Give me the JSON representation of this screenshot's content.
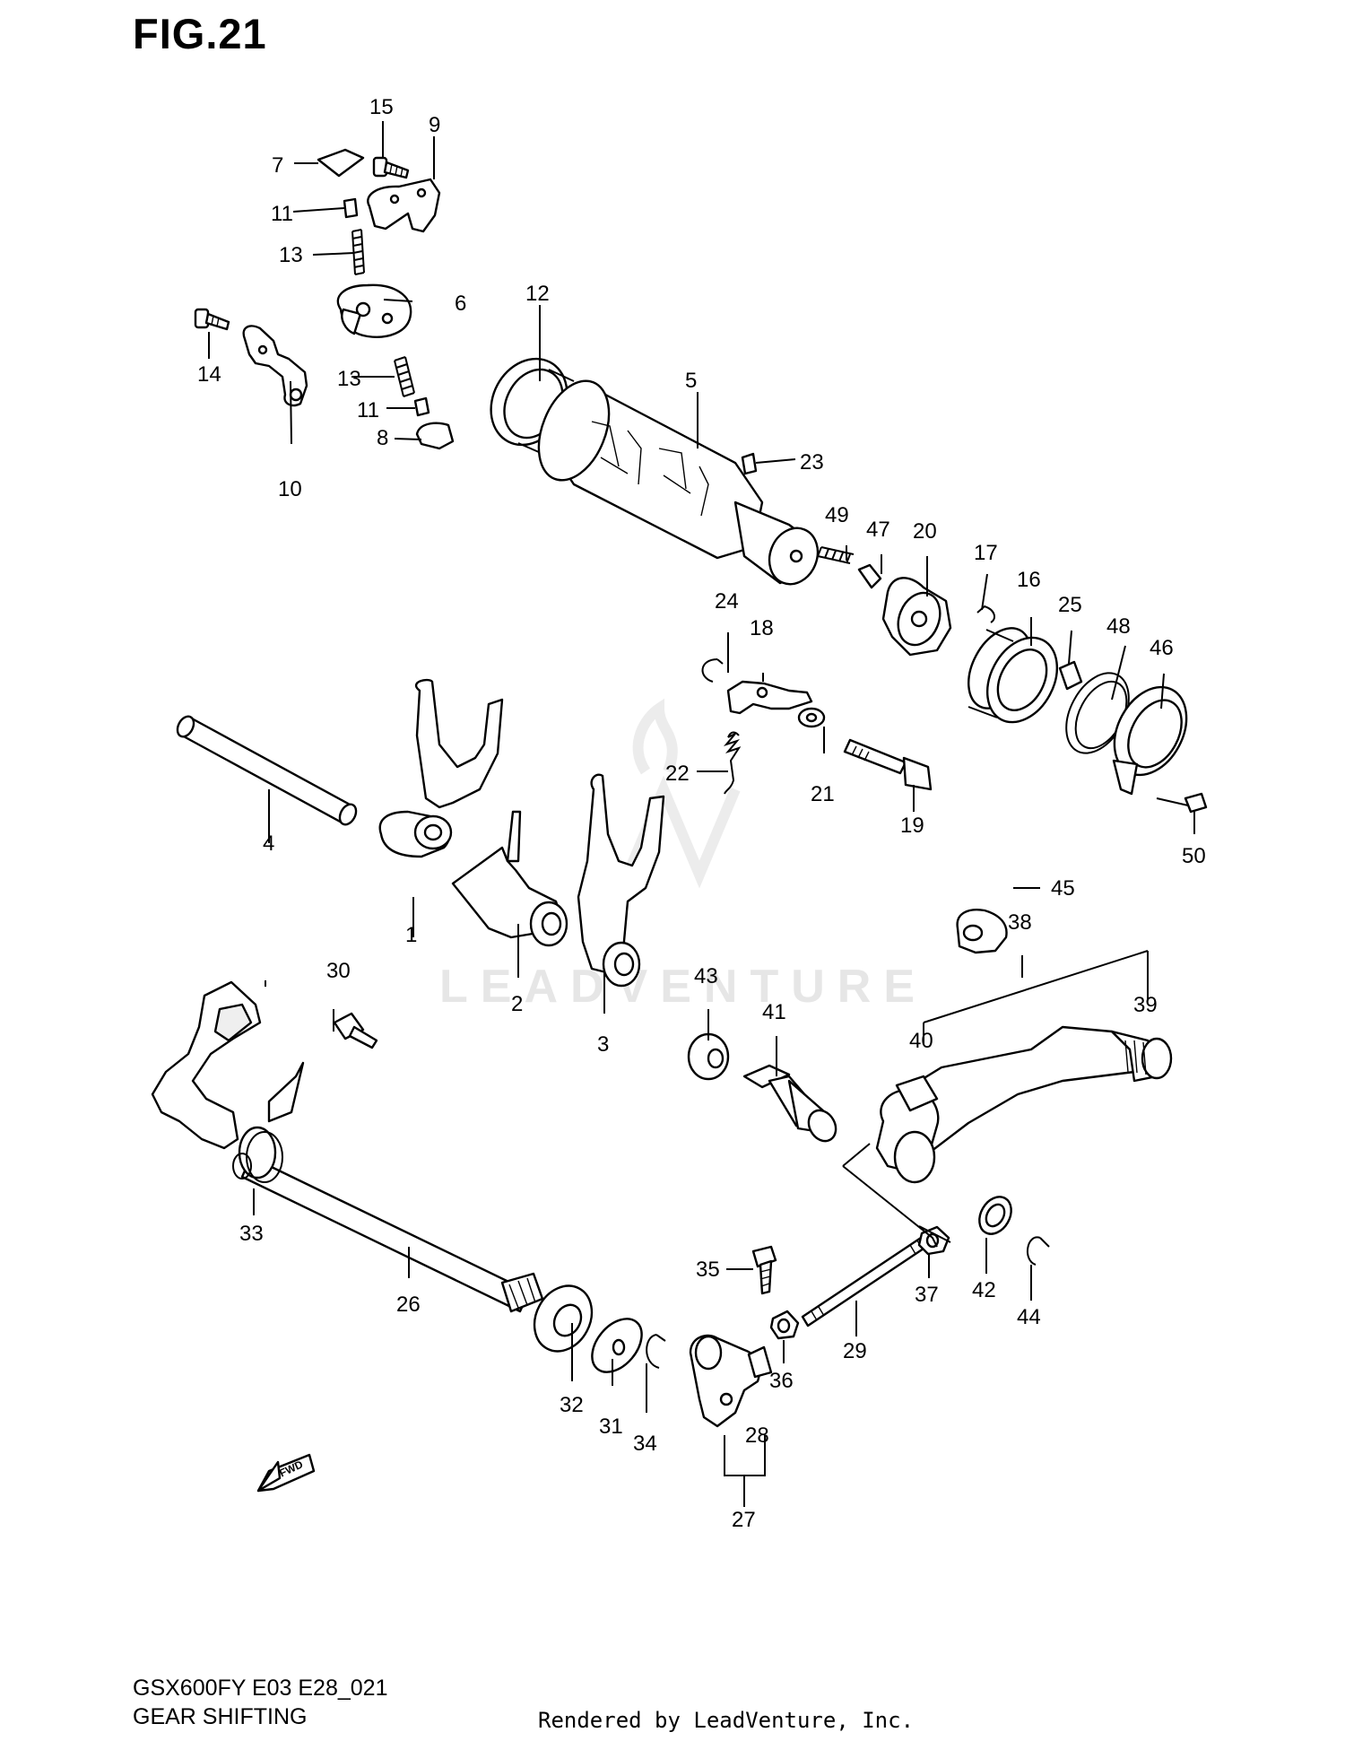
{
  "figure": {
    "title": "FIG.21",
    "model": "GSX600FY E03 E28_021",
    "subtitle": "GEAR SHIFTING",
    "credit": "Rendered by LeadVenture, Inc.",
    "watermark": "LEADVENTURE",
    "direction_marker": "FWD"
  },
  "callouts": [
    "1",
    "2",
    "3",
    "4",
    "5",
    "6",
    "7",
    "8",
    "9",
    "10",
    "11",
    "11",
    "12",
    "13",
    "13",
    "14",
    "15",
    "16",
    "17",
    "18",
    "19",
    "20",
    "21",
    "22",
    "23",
    "24",
    "25",
    "26",
    "27",
    "28",
    "29",
    "30",
    "31",
    "32",
    "33",
    "34",
    "35",
    "36",
    "37",
    "38",
    "39",
    "40",
    "41",
    "42",
    "43",
    "44",
    "45",
    "46",
    "47",
    "48",
    "49",
    "50"
  ]
}
